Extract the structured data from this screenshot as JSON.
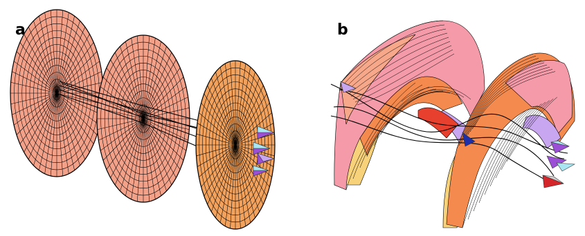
{
  "panels": [
    {
      "label": "a",
      "description_name": "three-disc-field-panel"
    },
    {
      "label": "b",
      "description_name": "twisted-sheet-field-panel"
    }
  ],
  "colors": {
    "disc_salmon": "#f4a18a",
    "disc_orange": "#f2a25c",
    "grid_line": "#000000",
    "sheet_pink": "#f49aa8",
    "sheet_orange": "#f48a4e",
    "sheet_yellow": "#f7d27a",
    "sheet_lavender": "#c9a6f0",
    "sheet_red": "#e8402e",
    "arrow_purple": "#9a4fd6",
    "arrow_cyan": "#a9e6f2",
    "arrow_red": "#d3252a",
    "arrow_gray": "#cfcfcf"
  }
}
